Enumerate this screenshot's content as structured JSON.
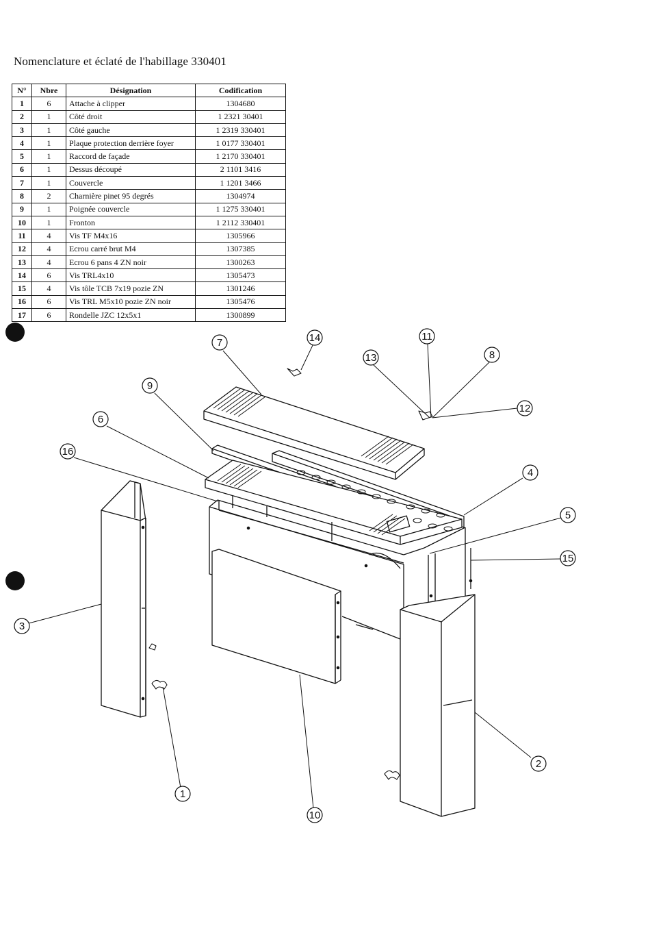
{
  "title": "Nomenclature et éclaté de l'habillage 330401",
  "table": {
    "headers": [
      "N°",
      "Nbre",
      "Désignation",
      "Codification"
    ],
    "rows": [
      {
        "n": "1",
        "nbre": "6",
        "designation": "Attache à clipper",
        "code": "1304680"
      },
      {
        "n": "2",
        "nbre": "1",
        "designation": "Côté droit",
        "code": "1  2321  30401"
      },
      {
        "n": "3",
        "nbre": "1",
        "designation": "Côté gauche",
        "code": "1  2319  330401"
      },
      {
        "n": "4",
        "nbre": "1",
        "designation": "Plaque protection derrière foyer",
        "code": "1  0177  330401"
      },
      {
        "n": "5",
        "nbre": "1",
        "designation": "Raccord de façade",
        "code": "1  2170  330401"
      },
      {
        "n": "6",
        "nbre": "1",
        "designation": "Dessus découpé",
        "code": "2  1101  3416"
      },
      {
        "n": "7",
        "nbre": "1",
        "designation": "Couvercle",
        "code": "1  1201  3466"
      },
      {
        "n": "8",
        "nbre": "2",
        "designation": "Charnière pinet 95 degrés",
        "code": "1304974"
      },
      {
        "n": "9",
        "nbre": "1",
        "designation": "Poignée couvercle",
        "code": "1  1275  330401"
      },
      {
        "n": "10",
        "nbre": "1",
        "designation": "Fronton",
        "code": "1  2112  330401"
      },
      {
        "n": "11",
        "nbre": "4",
        "designation": "Vis TF M4x16",
        "code": "1305966"
      },
      {
        "n": "12",
        "nbre": "4",
        "designation": "Ecrou carré brut M4",
        "code": "1307385"
      },
      {
        "n": "13",
        "nbre": "4",
        "designation": "Ecrou 6 pans 4 ZN noir",
        "code": "1300263"
      },
      {
        "n": "14",
        "nbre": "6",
        "designation": "Vis TRL4x10",
        "code": "1305473"
      },
      {
        "n": "15",
        "nbre": "4",
        "designation": "Vis tôle TCB 7x19 pozie ZN",
        "code": "1301246"
      },
      {
        "n": "16",
        "nbre": "6",
        "designation": "Vis TRL M5x10 pozie ZN noir",
        "code": "1305476"
      },
      {
        "n": "17",
        "nbre": "6",
        "designation": "Rondelle JZC 12x5x1",
        "code": "1300899"
      }
    ]
  },
  "callouts": [
    "1",
    "2",
    "3",
    "4",
    "5",
    "6",
    "7",
    "8",
    "9",
    "10",
    "11",
    "12",
    "13",
    "14",
    "15",
    "16"
  ],
  "colors": {
    "ink": "#111111",
    "paper": "#ffffff"
  }
}
